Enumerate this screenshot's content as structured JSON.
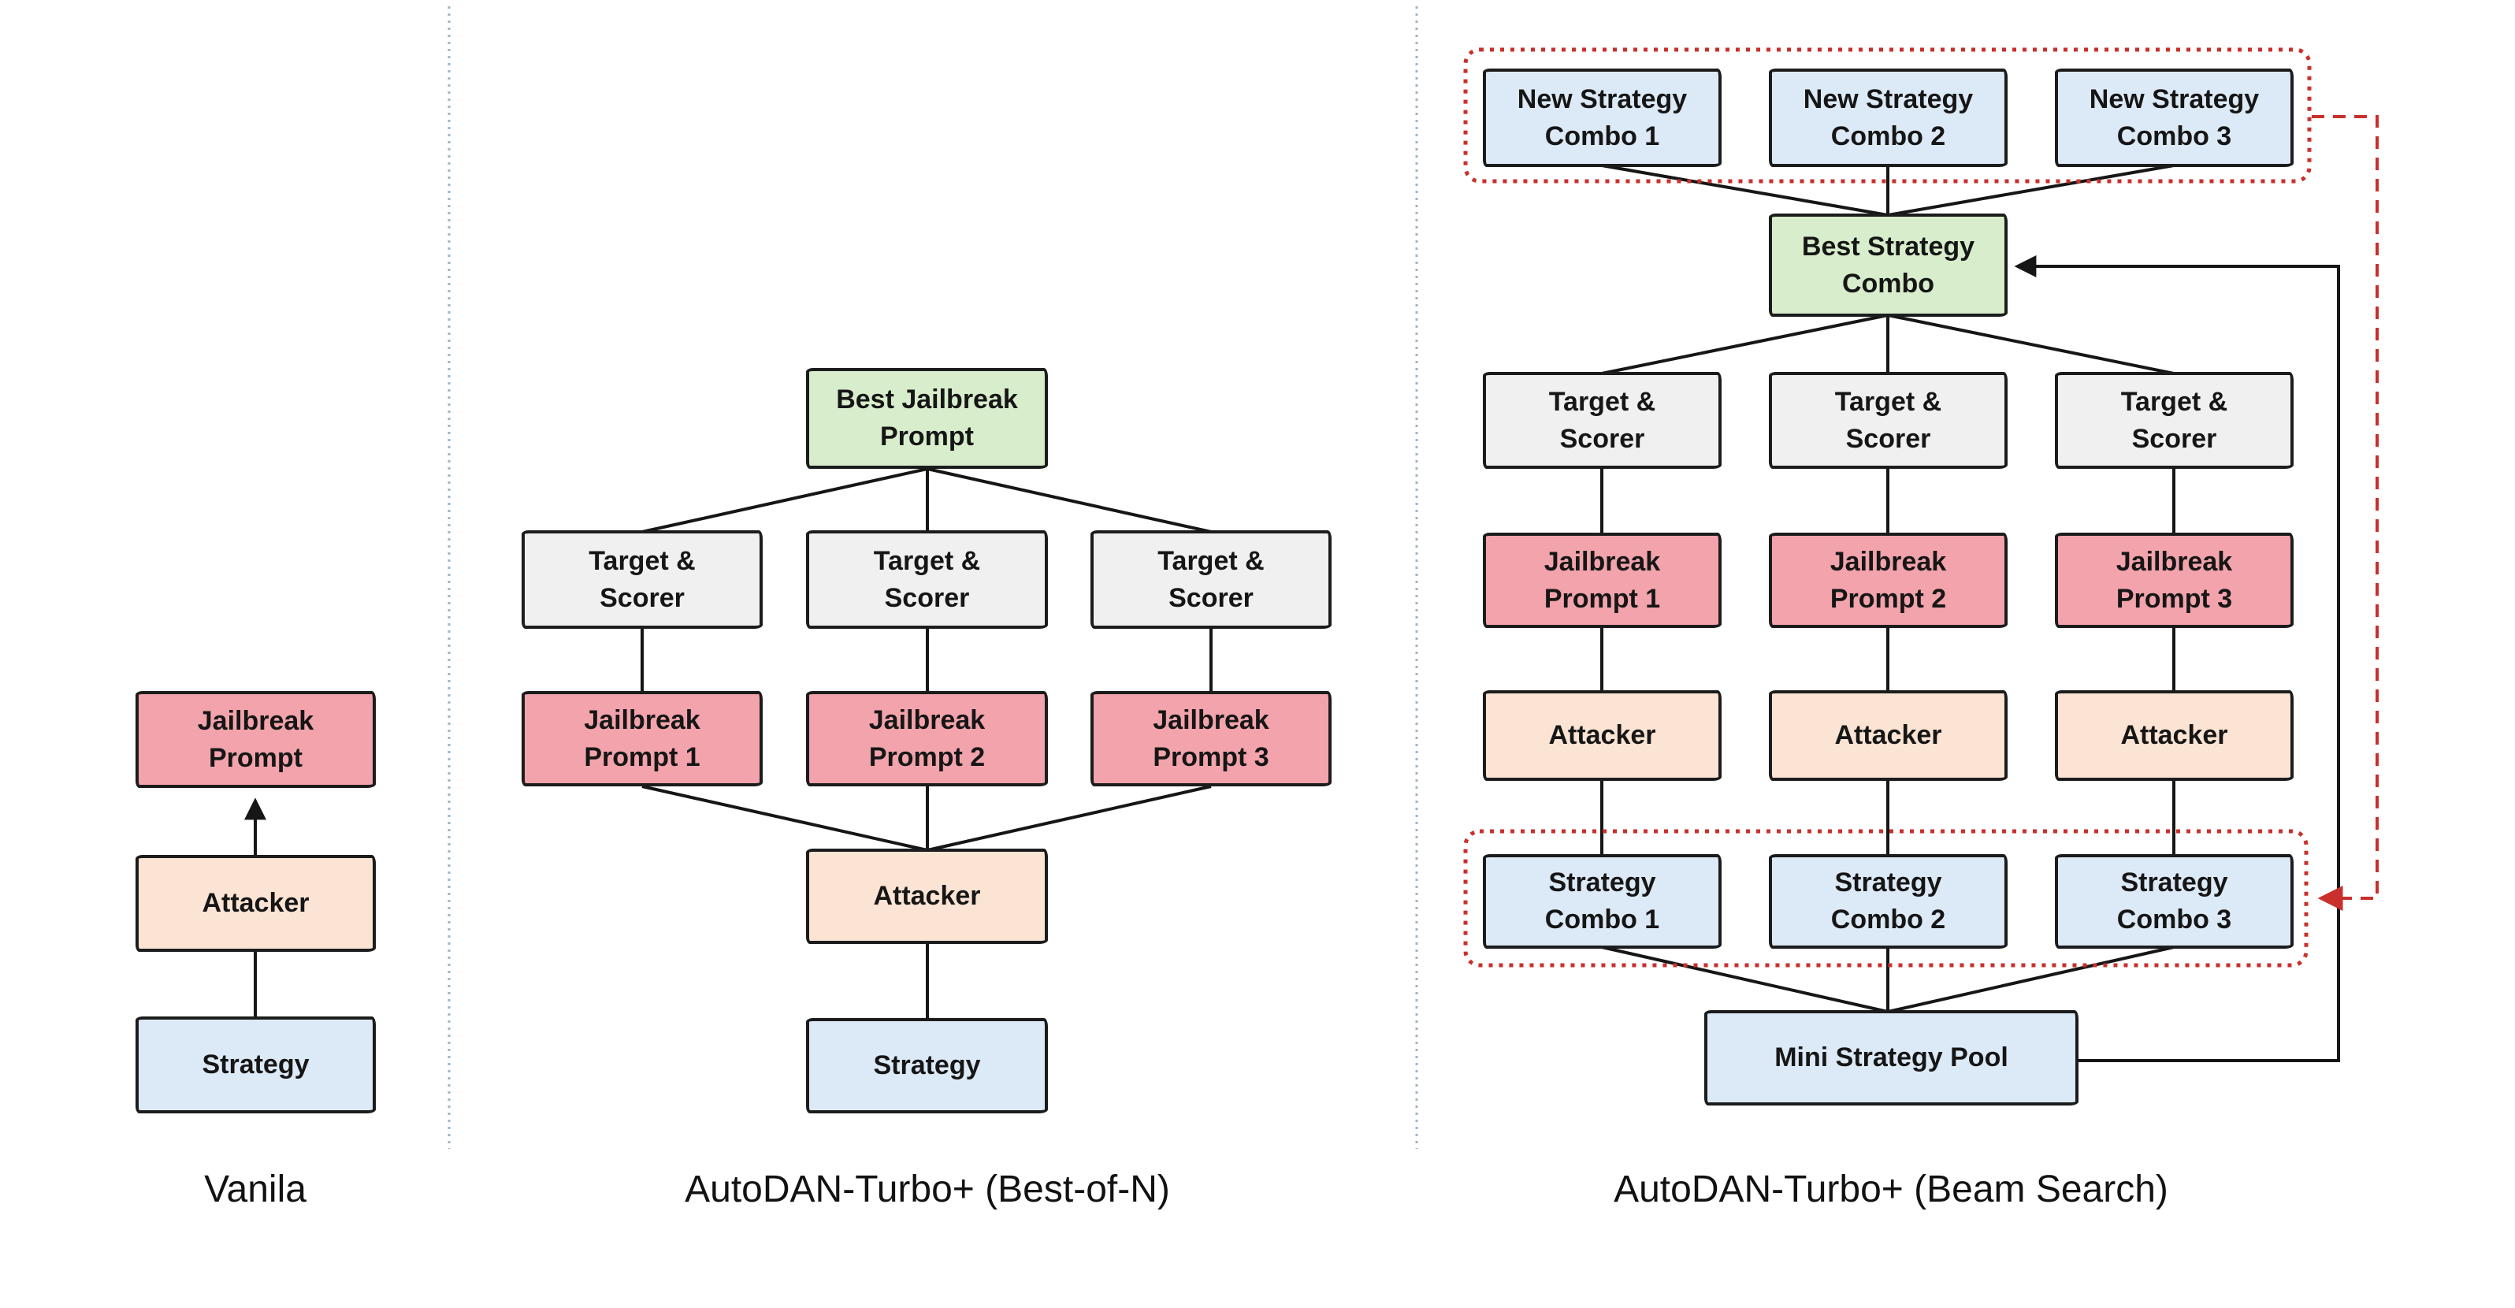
{
  "vanilla": {
    "caption": "Vanila",
    "jailbreak_prompt": [
      "Jailbreak",
      "Prompt"
    ],
    "attacker": "Attacker",
    "strategy": "Strategy"
  },
  "best_of_n": {
    "caption": "AutoDAN-Turbo+ (Best-of-N)",
    "best_jailbreak_prompt": [
      "Best Jailbreak",
      "Prompt"
    ],
    "target_scorer_1": [
      "Target &",
      "Scorer"
    ],
    "target_scorer_2": [
      "Target &",
      "Scorer"
    ],
    "target_scorer_3": [
      "Target &",
      "Scorer"
    ],
    "jailbreak_prompt_1": [
      "Jailbreak",
      "Prompt 1"
    ],
    "jailbreak_prompt_2": [
      "Jailbreak",
      "Prompt 2"
    ],
    "jailbreak_prompt_3": [
      "Jailbreak",
      "Prompt 3"
    ],
    "attacker": "Attacker",
    "strategy": "Strategy"
  },
  "beam_search": {
    "caption": "AutoDAN-Turbo+ (Beam Search)",
    "new_strategy_combo_1": [
      "New Strategy",
      "Combo 1"
    ],
    "new_strategy_combo_2": [
      "New Strategy",
      "Combo 2"
    ],
    "new_strategy_combo_3": [
      "New Strategy",
      "Combo 3"
    ],
    "best_strategy_combo": [
      "Best Strategy",
      "Combo"
    ],
    "target_scorer_1": [
      "Target &",
      "Scorer"
    ],
    "target_scorer_2": [
      "Target &",
      "Scorer"
    ],
    "target_scorer_3": [
      "Target &",
      "Scorer"
    ],
    "jailbreak_prompt_1": [
      "Jailbreak",
      "Prompt 1"
    ],
    "jailbreak_prompt_2": [
      "Jailbreak",
      "Prompt 2"
    ],
    "jailbreak_prompt_3": [
      "Jailbreak",
      "Prompt 3"
    ],
    "attacker_1": "Attacker",
    "attacker_2": "Attacker",
    "attacker_3": "Attacker",
    "strategy_combo_1": [
      "Strategy",
      "Combo 1"
    ],
    "strategy_combo_2": [
      "Strategy",
      "Combo 2"
    ],
    "strategy_combo_3": [
      "Strategy",
      "Combo 3"
    ],
    "mini_strategy_pool": "Mini Strategy Pool"
  },
  "colors": {
    "jailbreak_prompt_pink": "#f2a3ab",
    "attacker_peach": "#fbe4d3",
    "strategy_blue": "#dce9f6",
    "best_green": "#d7edcb",
    "target_scorer_gray": "#f0f0f0",
    "connector_black": "#161616",
    "feedback_loop_red": "#c9302c",
    "panel_divider_blue_gray": "#9fb5c4"
  }
}
